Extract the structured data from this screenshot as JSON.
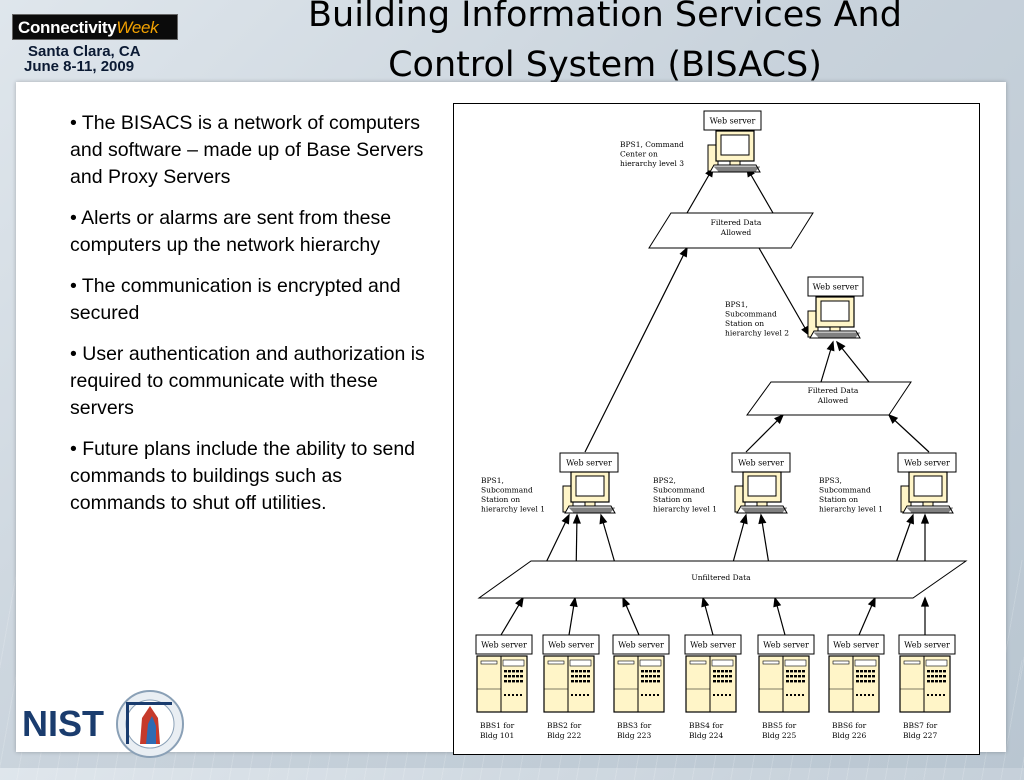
{
  "header": {
    "logo_brand": "Connectivity",
    "logo_week": "Week",
    "location": "Santa Clara, CA",
    "dates": "June 8-11, 2009",
    "title_line1": "Building Information Services And",
    "title_line2": "Control System (BISACS)"
  },
  "bullets": [
    "• The BISACS is a network of computers and software – made up of Base Servers and Proxy Servers",
    "• Alerts or alarms are sent from these computers up the network hierarchy",
    "• The communication is encrypted and secured",
    "• User authentication and authorization is required to communicate with these servers",
    "• Future plans include the ability to send commands to buildings such as commands to shut off utilities."
  ],
  "footer": {
    "logo_text": "NIST"
  },
  "diagram": {
    "web_server": "Web server",
    "bps_top": [
      "BPS1, Command",
      "Center on",
      "hierarchy level 3"
    ],
    "bps_mid": [
      "BPS1,",
      "Subcommand",
      "Station on",
      "hierarchy level 2"
    ],
    "bps_l1": [
      [
        "BPS1,",
        "Subcommand",
        "Station on",
        "hierarchy level 1"
      ],
      [
        "BPS2,",
        "Subcommand",
        "Station on",
        "hierarchy level 1"
      ],
      [
        "BPS3,",
        "Subcommand",
        "Station on",
        "hierarchy level 1"
      ]
    ],
    "filtered_top": [
      "Filtered Data",
      "Allowed"
    ],
    "filtered_mid": [
      "Filtered Data",
      "Allowed"
    ],
    "unfiltered": "Unfiltered Data",
    "bbs": [
      [
        "BBS1 for",
        "Bldg 101"
      ],
      [
        "BBS2 for",
        "Bldg 222"
      ],
      [
        "BBS3 for",
        "Bldg 223"
      ],
      [
        "BBS4 for",
        "Bldg 224"
      ],
      [
        "BBS5 for",
        "Bldg 225"
      ],
      [
        "BBS6 for",
        "Bldg 226"
      ],
      [
        "BBS7 for",
        "Bldg 227"
      ]
    ]
  }
}
